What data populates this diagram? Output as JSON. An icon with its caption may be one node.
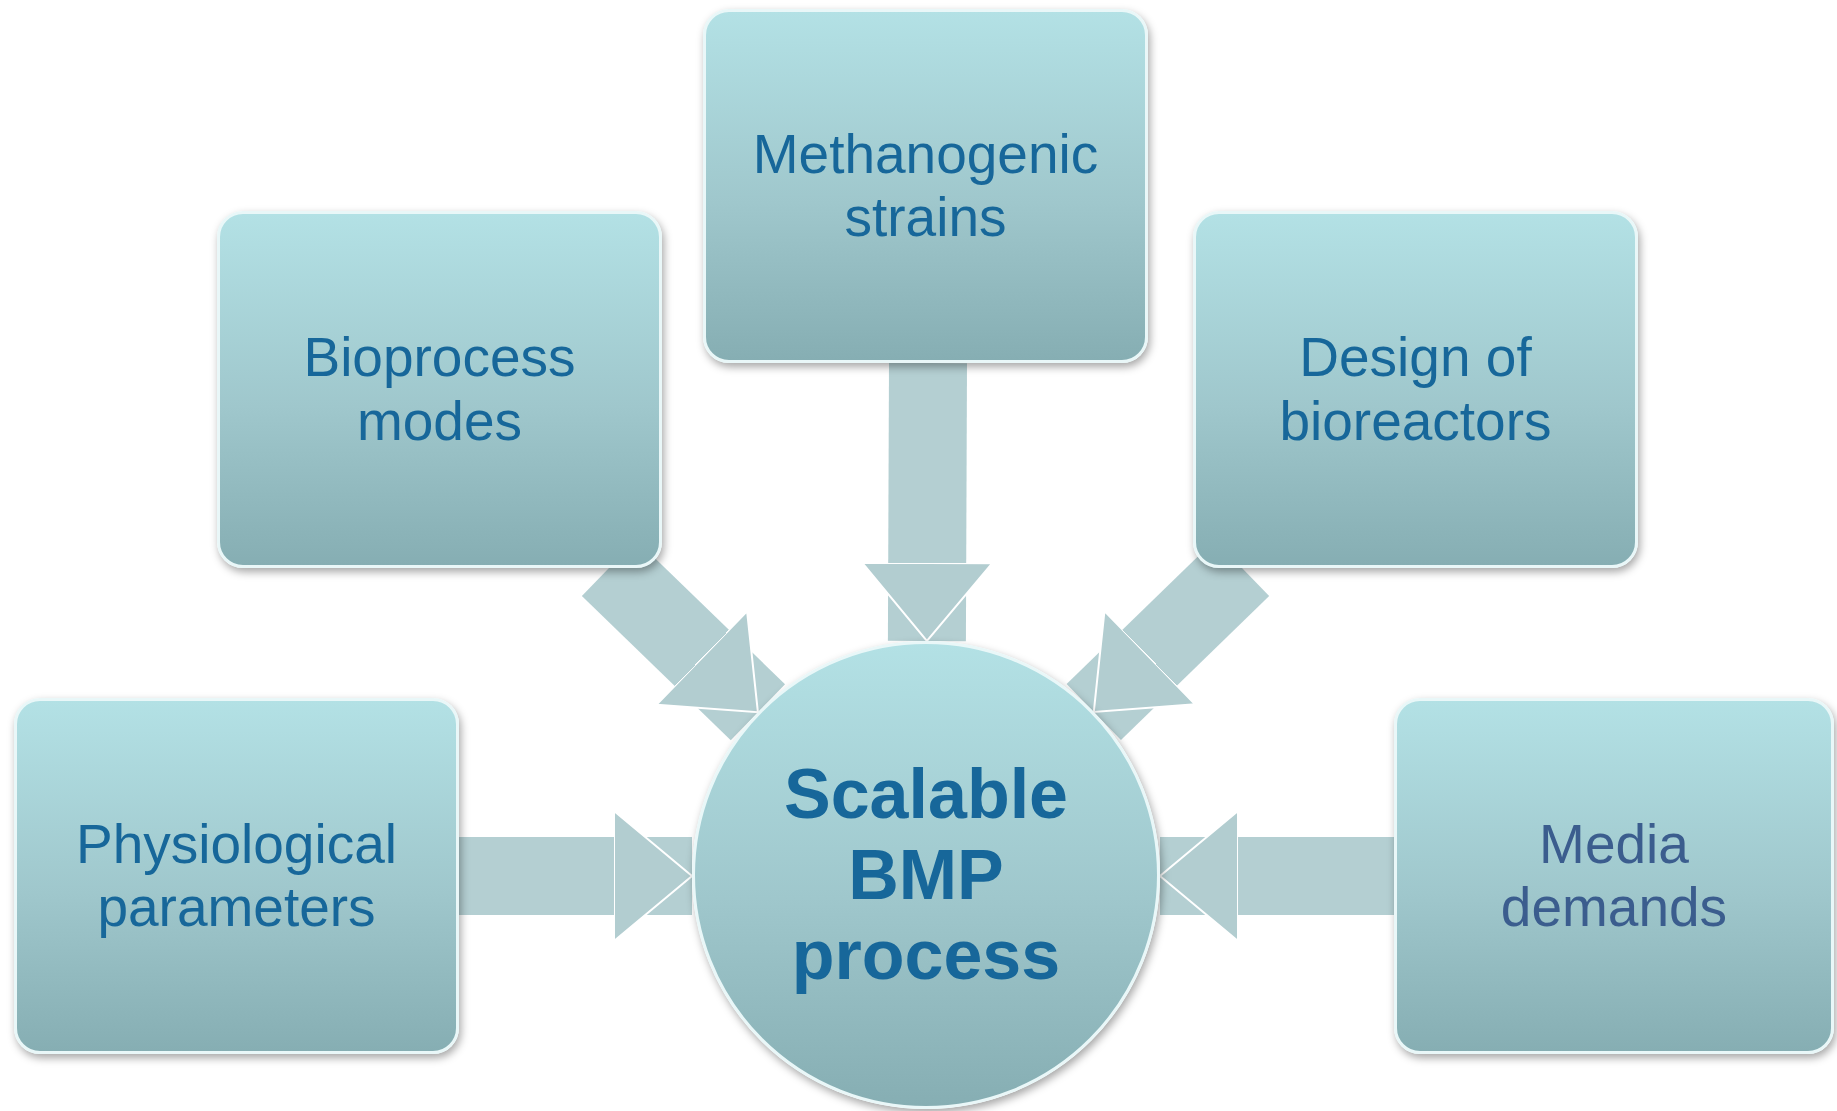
{
  "diagram": {
    "nodes": [
      {
        "text": [
          "Methanogenic strains"
        ]
      },
      {
        "text": [
          "Bioprocess modes"
        ]
      },
      {
        "text": [
          "Design of bioreactors"
        ]
      },
      {
        "text": [
          "Physiological parameters"
        ]
      },
      {
        "text": [
          "Media demands"
        ]
      },
      {
        "text": [
          "Scalable BMP process"
        ]
      }
    ],
    "edges": [
      {
        "from": 0,
        "to": 5,
        "arrow": "to"
      },
      {
        "from": 1,
        "to": 5,
        "arrow": "to"
      },
      {
        "from": 2,
        "to": 5,
        "arrow": "to"
      },
      {
        "from": 3,
        "to": 5,
        "arrow": "to"
      },
      {
        "from": 4,
        "to": 5,
        "arrow": "to"
      }
    ]
  }
}
